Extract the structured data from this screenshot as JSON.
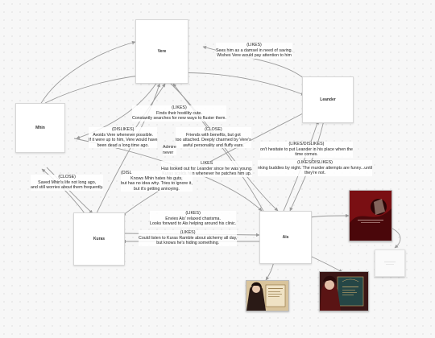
{
  "nodes": {
    "vere": "Vere",
    "leander": "Leander",
    "mhin": "Mhin",
    "kuras": "Kuras",
    "ais": "Ais"
  },
  "labels": {
    "l1": [
      "(LIKES)",
      "Sees him as a damsel in need of saving.",
      "Wishes Vere would pay attention to him"
    ],
    "l2": [
      "(LIKES)",
      "Finds their hostility cute.",
      "Constantly searches for new ways to fluster them."
    ],
    "l3": [
      "(DISLIKES)",
      "Avoids Vere whenever possible.",
      "If it were up to him, Vere would have",
      "been dead a long time ago."
    ],
    "l4": [
      "(CLOSE)",
      "Friends with benefits, but got",
      "too attached. Deeply charmed by Vere's",
      "awful personality and fluffy ears."
    ],
    "l5": [
      "(LIKES/DISLIKES)",
      "on't hesitate to put Leander in his place when the",
      "time comes."
    ],
    "l6": [
      "Admire",
      "never"
    ],
    "l7": [
      "LIKES",
      "Has looked out for Leander since he was young.",
      "Kuras scolds him whenever he patches him up."
    ],
    "l8": [
      "(LIKES/DISLIKES)",
      "nking buddies by night. The murder attempts are funny...until",
      "they're not."
    ],
    "l9": [
      "(DISL",
      "Knows Mhin hates his guts,",
      "but has no idea why. Tries to ignore it,",
      "but it's getting annoying."
    ],
    "l10": [
      "(CLOSE)",
      "Saved Mhin's life not long ago,",
      "and still worries about them frequently."
    ],
    "l11": [
      "(LIKES)",
      "Envies Ais' relaxed charisma.",
      "Looks forward to Ais helping around his clinic."
    ],
    "l12": [
      "(LIKES)",
      "Could listen to Kuras Ramble about alchemy all day,",
      "but knows he's hiding something."
    ]
  },
  "colors": {
    "edge": "#9a9a9a",
    "card_red": "#8e1418",
    "card_dark": "#2a1a16",
    "card_parchment": "#e6d6b4",
    "card_teal": "#1f3b3c"
  }
}
